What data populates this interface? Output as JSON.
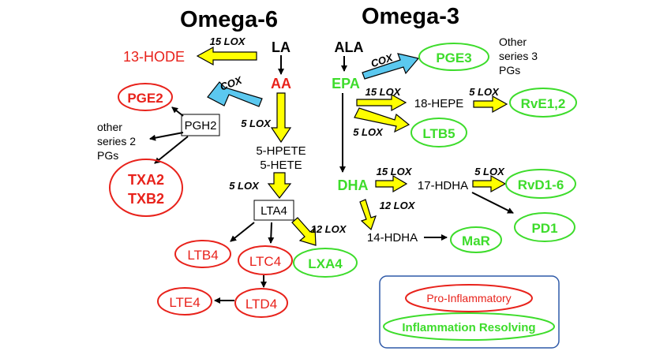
{
  "headers": {
    "omega6": "Omega-6",
    "omega3": "Omega-3"
  },
  "omega6": {
    "LA": "LA",
    "AA": "AA",
    "HODE": "13-HODE",
    "PGE2": "PGE2",
    "PGH2": "PGH2",
    "other2_l1": "other",
    "other2_l2": "series 2",
    "other2_l3": "PGs",
    "TXA2": "TXA2",
    "TXB2": "TXB2",
    "HPETE": "5-HPETE",
    "HETE": "5-HETE",
    "LTA4": "LTA4",
    "LTB4": "LTB4",
    "LTC4": "LTC4",
    "LXA4": "LXA4",
    "LTE4": "LTE4",
    "LTD4": "LTD4"
  },
  "omega3": {
    "ALA": "ALA",
    "EPA": "EPA",
    "PGE3": "PGE3",
    "other3_l1": "Other",
    "other3_l2": "series 3",
    "other3_l3": "PGs",
    "HEPE": "18-HEPE",
    "RvE": "RvE1,2",
    "LTB5": "LTB5",
    "DHA": "DHA",
    "HDHA17": "17-HDHA",
    "RvD": "RvD1-6",
    "PD1": "PD1",
    "HDHA14": "14-HDHA",
    "MaR": "MaR"
  },
  "enzymes": {
    "lox15_la": "15 LOX",
    "cox_aa": "COX",
    "lox5_aa": "5 LOX",
    "lox5_hete": "5 LOX",
    "lox12": "12 LOX",
    "cox_epa": "COX",
    "lox15_epa": "15 LOX",
    "lox5_epa": "5 LOX",
    "lox5_hepe": "5 LOX",
    "lox15_dha": "15 LOX",
    "lox12_dha": "12  LOX",
    "lox5_hdha": "5 LOX"
  },
  "legend": {
    "pro": "Pro-Inflammatory",
    "resolving": "Inflammation Resolving"
  },
  "colors": {
    "red": "#e8221b",
    "green": "#3ddc2b",
    "yellow": "#ffff00",
    "blue": "#5bc8ef",
    "legend_border": "#2f5aa8"
  }
}
